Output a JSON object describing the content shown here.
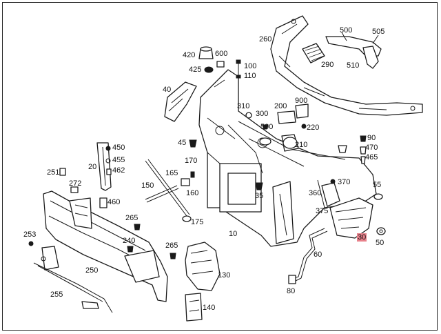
{
  "diagram": {
    "labels": {
      "l10": "10",
      "l20": "20",
      "l30": "30",
      "l35": "35",
      "l40": "40",
      "l45": "45",
      "l50": "50",
      "l55": "55",
      "l60": "60",
      "l80": "80",
      "l90": "90",
      "l100": "100",
      "l110": "110",
      "l130": "130",
      "l140": "140",
      "l150": "150",
      "l160": "160",
      "l165": "165",
      "l170": "170",
      "l175": "175",
      "l200": "200",
      "l210": "210",
      "l220": "220",
      "l240": "240",
      "l250": "250",
      "l251": "251",
      "l253": "253",
      "l255": "255",
      "l260": "260",
      "l265a": "265",
      "l265b": "265",
      "l272": "272",
      "l290": "290",
      "l300": "300",
      "l310": "310",
      "l360": "360",
      "l370": "370",
      "l375": "375",
      "l420": "420",
      "l425": "425",
      "l450": "450",
      "l455": "455",
      "l460": "460",
      "l462": "462",
      "l465": "465",
      "l470": "470",
      "l500": "500",
      "l505": "505",
      "l510": "510",
      "l590": "590",
      "l600": "600",
      "l900": "900"
    },
    "highlight_color": "#e8818b"
  }
}
